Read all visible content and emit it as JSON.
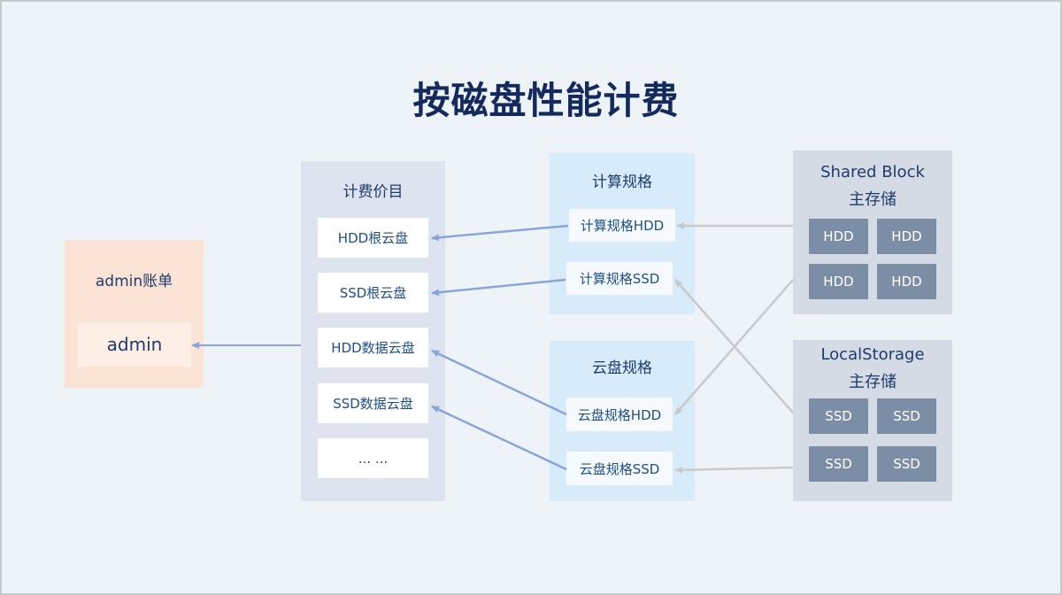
{
  "title": "按磁盘性能计费",
  "bill": {
    "title": "admin账单",
    "item": "admin"
  },
  "price_items": {
    "title": "计费价目",
    "items": [
      "HDD根云盘",
      "SSD根云盘",
      "HDD数据云盘",
      "SSD数据云盘",
      "... ..."
    ]
  },
  "compute_offering": {
    "title": "计算规格",
    "items": [
      "计算规格HDD",
      "计算规格SSD"
    ]
  },
  "disk_offering": {
    "title": "云盘规格",
    "items": [
      "云盘规格HDD",
      "云盘规格SSD"
    ]
  },
  "shared_block": {
    "title_line1": "Shared Block",
    "title_line2": "主存储",
    "tiles": [
      "HDD",
      "HDD",
      "HDD",
      "HDD"
    ]
  },
  "local_storage": {
    "title_line1": "LocalStorage",
    "title_line2": "主存储",
    "tiles": [
      "SSD",
      "SSD",
      "SSD",
      "SSD"
    ]
  },
  "colors": {
    "bill_panel": "#fbe4d6",
    "bill_item": "#fdeee6",
    "price_panel": "#dde4ef",
    "offering_panel": "#d7ebfb",
    "storage_panel": "#d5dbe5",
    "tile": "#7b8ea6",
    "arrow_blue": "#8aa6d6",
    "arrow_grey": "#c9c9c9"
  }
}
